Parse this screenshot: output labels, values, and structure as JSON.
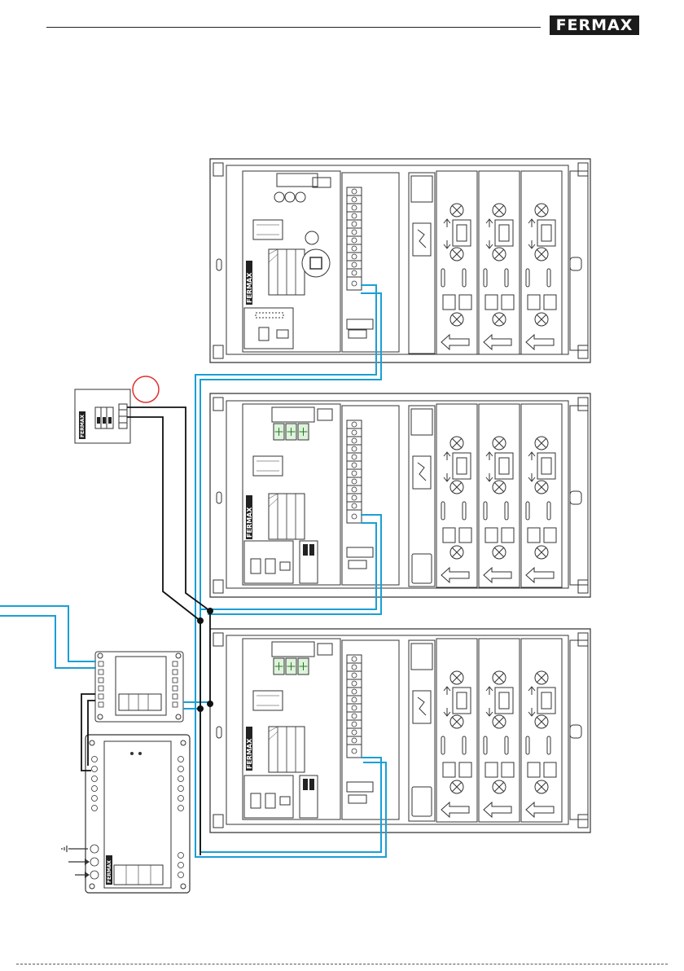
{
  "header": {
    "logo_text": "FERMAX"
  },
  "modules": {
    "upper_brand": "FERMAX",
    "middle_brand": "FERMAX",
    "lower_brand": "FERMAX",
    "small_module_brand": "FERMAX",
    "power_supply_brand": "FERMAX"
  },
  "colors": {
    "wire_blue": "#1a9fd6",
    "wire_black": "#111111",
    "marker_red": "#e03030",
    "line_gray": "#333333"
  }
}
